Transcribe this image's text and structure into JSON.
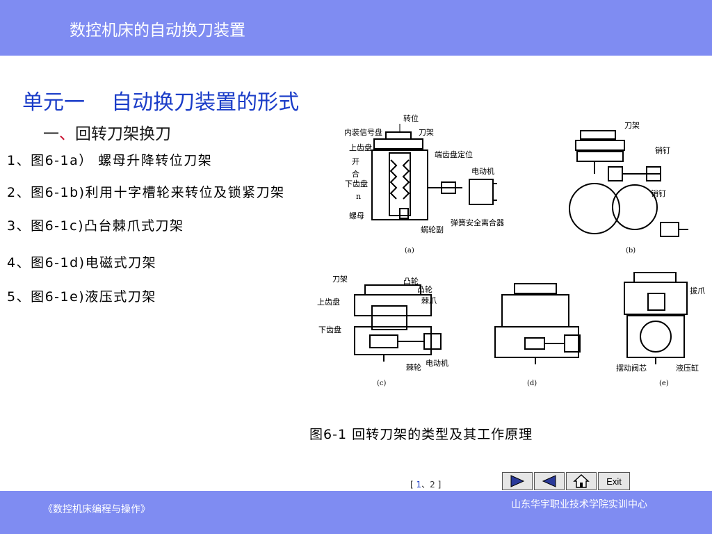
{
  "header": {
    "title": "数控机床的自动换刀装置"
  },
  "unit_title": "单元一    自动换刀装置的形式",
  "section": {
    "prefix": "一",
    "dot": "、",
    "title": "回转刀架换刀"
  },
  "items": [
    "1、图6-1a） 螺母升降转位刀架",
    "2、图6-1b)利用十字槽轮来转位及锁紧刀架",
    "3、图6-1c)凸台棘爪式刀架",
    "4、图6-1d)电磁式刀架",
    "5、图6-1e)液压式刀架"
  ],
  "figure": {
    "a": {
      "sub": "(a)",
      "labels": [
        "转位",
        "内装信号盘",
        "刀架",
        "上齿盘",
        "端齿盘定位",
        "开",
        "合",
        "下齿盘",
        "电动机",
        "n",
        "螺母",
        "弹簧安全离合器",
        "蜗轮副"
      ]
    },
    "b": {
      "sub": "(b)",
      "labels": [
        "刀架",
        "销钉",
        "销钉"
      ]
    },
    "c": {
      "sub": "(c)",
      "labels": [
        "刀架",
        "凸轮",
        "凸轮",
        "棘爪",
        "上齿盘",
        "下齿盘",
        "棘轮",
        "电动机"
      ]
    },
    "d": {
      "sub": "(d)"
    },
    "e": {
      "sub": "(e)",
      "labels": [
        "拔爪",
        "摆动阀芯",
        "液压缸"
      ]
    }
  },
  "caption": "图6-1 回转刀架的类型及其工作原理",
  "pager": {
    "open": "[ ",
    "current": "1",
    "sep": "、",
    "total": "2",
    "close": " ]"
  },
  "nav": {
    "exit_label": "Exit"
  },
  "footer": {
    "book": "《数控机床编程与操作》",
    "org": "山东华宇职业技术学院实训中心"
  }
}
